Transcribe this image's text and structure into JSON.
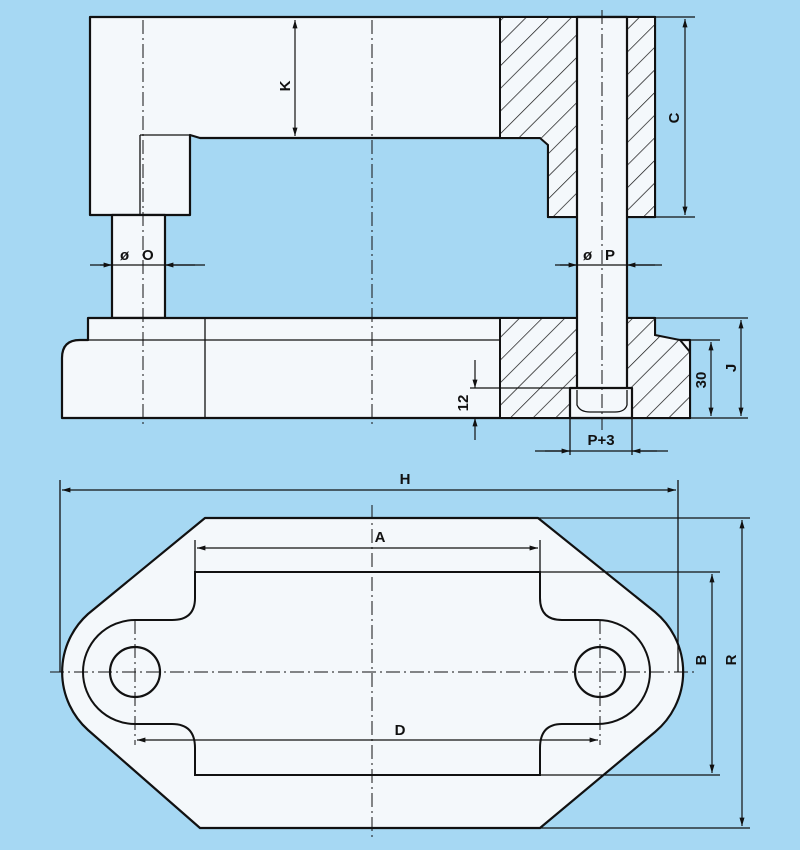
{
  "colors": {
    "background": "#a6d8f3",
    "part": "#f4f8fb",
    "line": "#111111"
  },
  "front_view": {
    "labels": {
      "K": "K",
      "C": "C",
      "O": "O",
      "P": "P",
      "J": "J",
      "thirty": "30",
      "twelve": "12",
      "p_plus_3": "P+3",
      "diameter": "ø"
    }
  },
  "plan_view": {
    "labels": {
      "H": "H",
      "A": "A",
      "B": "B",
      "R": "R",
      "D": "D"
    }
  }
}
